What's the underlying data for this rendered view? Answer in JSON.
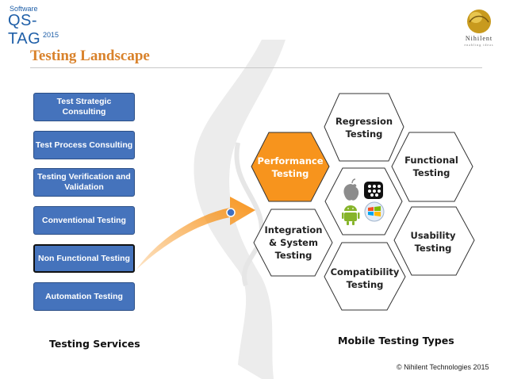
{
  "header": {
    "logo_top": "Software",
    "logo_main": "QS-TAG",
    "logo_year": "2015",
    "title": "Testing Landscape",
    "company_name": "Nihilent",
    "company_tagline": "enabling ideas"
  },
  "services": {
    "caption": "Testing Services",
    "items": [
      {
        "label": "Test Strategic Consulting"
      },
      {
        "label": "Test Process Consulting"
      },
      {
        "label": "Testing Verification and Validation"
      },
      {
        "label": "Conventional Testing"
      },
      {
        "label": "Non Functional Testing"
      },
      {
        "label": "Automation Testing"
      }
    ]
  },
  "mobile": {
    "caption": "Mobile Testing Types",
    "hexes": {
      "regression": "Regression Testing",
      "performance": "Performance Testing",
      "functional": "Functional Testing",
      "integration": "Integration & System Testing",
      "usability": "Usability Testing",
      "compatibility": "Compatibility Testing"
    },
    "platform_icons": [
      "apple-icon",
      "blackberry-icon",
      "android-icon",
      "windows-icon"
    ]
  },
  "colors": {
    "accent_orange": "#f7941d",
    "title_orange": "#d9822b",
    "service_blue": "#4573bc"
  },
  "footer": {
    "copyright": "© Nihilent Technologies 2015"
  }
}
